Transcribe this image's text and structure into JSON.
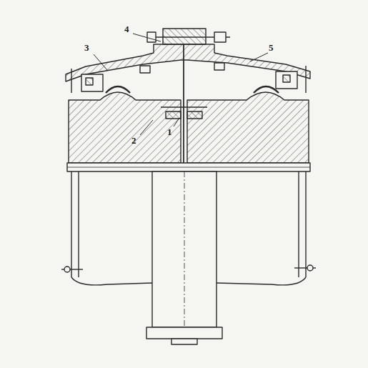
{
  "diagram": {
    "labels": [
      "4",
      "3",
      "5",
      "2",
      "1"
    ]
  }
}
